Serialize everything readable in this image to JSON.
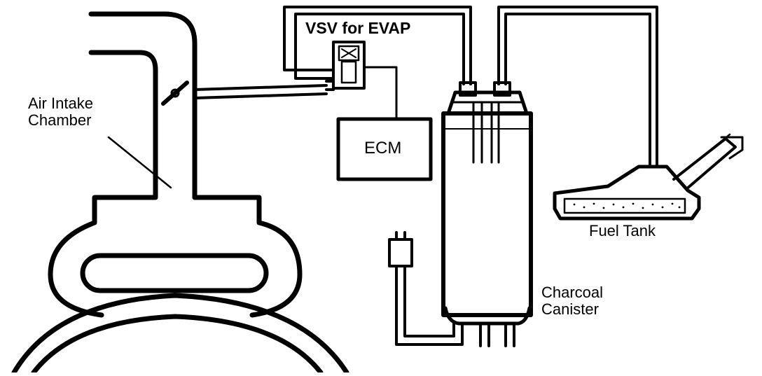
{
  "labels": {
    "vsv": "VSV for EVAP",
    "air_intake_line1": "Air Intake",
    "air_intake_line2": "Chamber",
    "ecm": "ECM",
    "fuel_tank": "Fuel Tank",
    "charcoal_line1": "Charcoal",
    "charcoal_line2": "Canister"
  },
  "colors": {
    "ink": "#000000",
    "paper": "#ffffff"
  }
}
